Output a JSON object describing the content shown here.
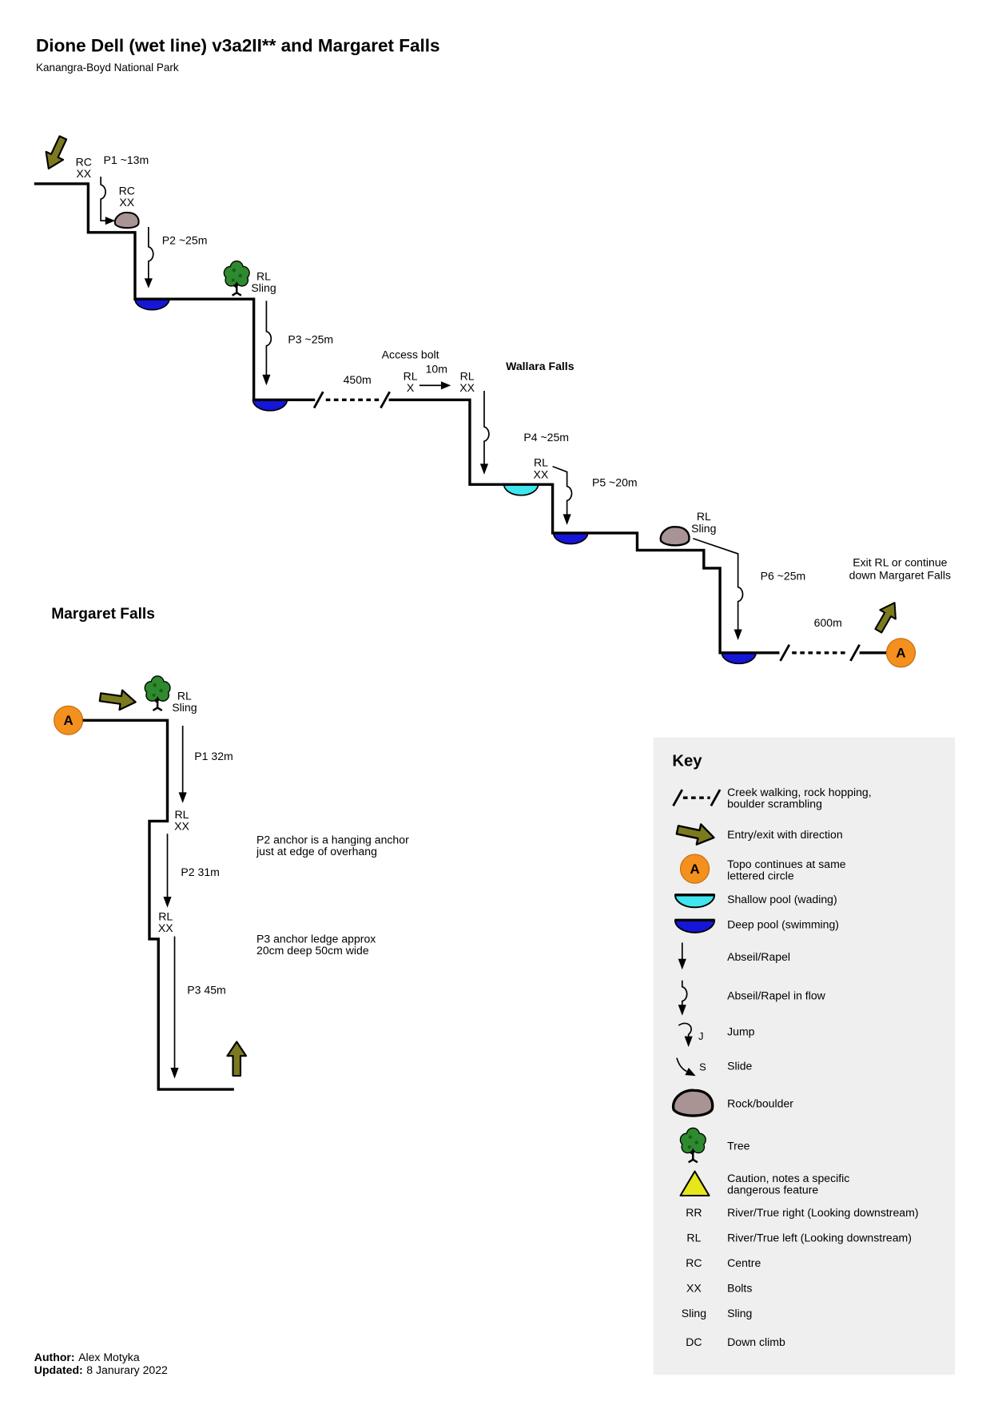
{
  "title": "Dione Dell (wet line) v3a2II** and Margaret Falls",
  "subtitle": "Kanangra-Boyd National Park",
  "colors": {
    "deep_pool": "#1616d9",
    "shallow_pool": "#3fe6ee",
    "marker": "#f4901e",
    "arrow": "#7c7a1e",
    "rock": "#a89494",
    "tree": "#2e8a2e",
    "caution": "#e6e61a",
    "key_background": "#efefef"
  },
  "dione_dell": {
    "p1": {
      "anchor": [
        "RC",
        "XX"
      ],
      "label": "P1 ~13m"
    },
    "p2": {
      "anchor": [
        "RC",
        "XX"
      ],
      "label": "P2 ~25m"
    },
    "p3": {
      "anchor": [
        "RL",
        "Sling"
      ],
      "label": "P3 ~25m"
    },
    "walk_1": "450m",
    "access": {
      "title": "Access bolt",
      "from": [
        "RL",
        "X"
      ],
      "distance": "10m",
      "to": [
        "RL",
        "XX"
      ]
    },
    "section_title": "Wallara Falls",
    "p4": {
      "label": "P4 ~25m"
    },
    "p5": {
      "anchor": [
        "RL",
        "XX"
      ],
      "label": "P5 ~20m"
    },
    "p6": {
      "anchor": [
        "RL",
        "Sling"
      ],
      "label": "P6 ~25m"
    },
    "walk_2": "600m",
    "exit_note": [
      "Exit RL or continue",
      "down Margaret Falls"
    ],
    "continuation_marker": "A"
  },
  "margaret_falls": {
    "title": "Margaret Falls",
    "start_marker": "A",
    "p1": {
      "anchor": [
        "RL",
        "Sling"
      ],
      "label": "P1 32m"
    },
    "p2": {
      "anchor": [
        "RL",
        "XX"
      ],
      "label": "P2 31m",
      "note": [
        "P2 anchor is a hanging anchor",
        "just at edge of overhang"
      ]
    },
    "p3": {
      "anchor": [
        "RL",
        "XX"
      ],
      "label": "P3 45m",
      "note": [
        "P3 anchor ledge approx",
        "20cm deep 50cm wide"
      ]
    }
  },
  "key": {
    "title": "Key",
    "items": [
      {
        "icon": "creek-walking-icon",
        "lines": [
          "Creek walking, rock hopping,",
          "boulder scrambling"
        ]
      },
      {
        "icon": "entry-exit-arrow-icon",
        "lines": [
          "Entry/exit with direction"
        ]
      },
      {
        "icon": "continuation-circle-icon",
        "symbol": "A",
        "lines": [
          "Topo continues at same",
          "lettered circle"
        ]
      },
      {
        "icon": "shallow-pool-icon",
        "lines": [
          "Shallow pool (wading)"
        ]
      },
      {
        "icon": "deep-pool-icon",
        "lines": [
          "Deep pool (swimming)"
        ]
      },
      {
        "icon": "abseil-icon",
        "lines": [
          "Abseil/Rapel"
        ]
      },
      {
        "icon": "abseil-in-flow-icon",
        "lines": [
          "Abseil/Rapel in flow"
        ]
      },
      {
        "icon": "jump-icon",
        "symbol": "J",
        "lines": [
          "Jump"
        ]
      },
      {
        "icon": "slide-icon",
        "symbol": "S",
        "lines": [
          "Slide"
        ]
      },
      {
        "icon": "rock-icon",
        "lines": [
          "Rock/boulder"
        ]
      },
      {
        "icon": "tree-icon",
        "lines": [
          "Tree"
        ]
      },
      {
        "icon": "caution-icon",
        "lines": [
          "Caution, notes a specific",
          "dangerous feature"
        ]
      },
      {
        "abbreviation": "RR",
        "lines": [
          "River/True right (Looking downstream)"
        ]
      },
      {
        "abbreviation": "RL",
        "lines": [
          "River/True left (Looking downstream)"
        ]
      },
      {
        "abbreviation": "RC",
        "lines": [
          "Centre"
        ]
      },
      {
        "abbreviation": "XX",
        "lines": [
          "Bolts"
        ]
      },
      {
        "abbreviation": "Sling",
        "lines": [
          "Sling"
        ]
      },
      {
        "abbreviation": "DC",
        "lines": [
          "Down climb"
        ]
      }
    ]
  },
  "credits": {
    "author_label": "Author:",
    "author": "Alex Motyka",
    "updated_label": "Updated:",
    "updated": "8 Janurary 2022"
  }
}
